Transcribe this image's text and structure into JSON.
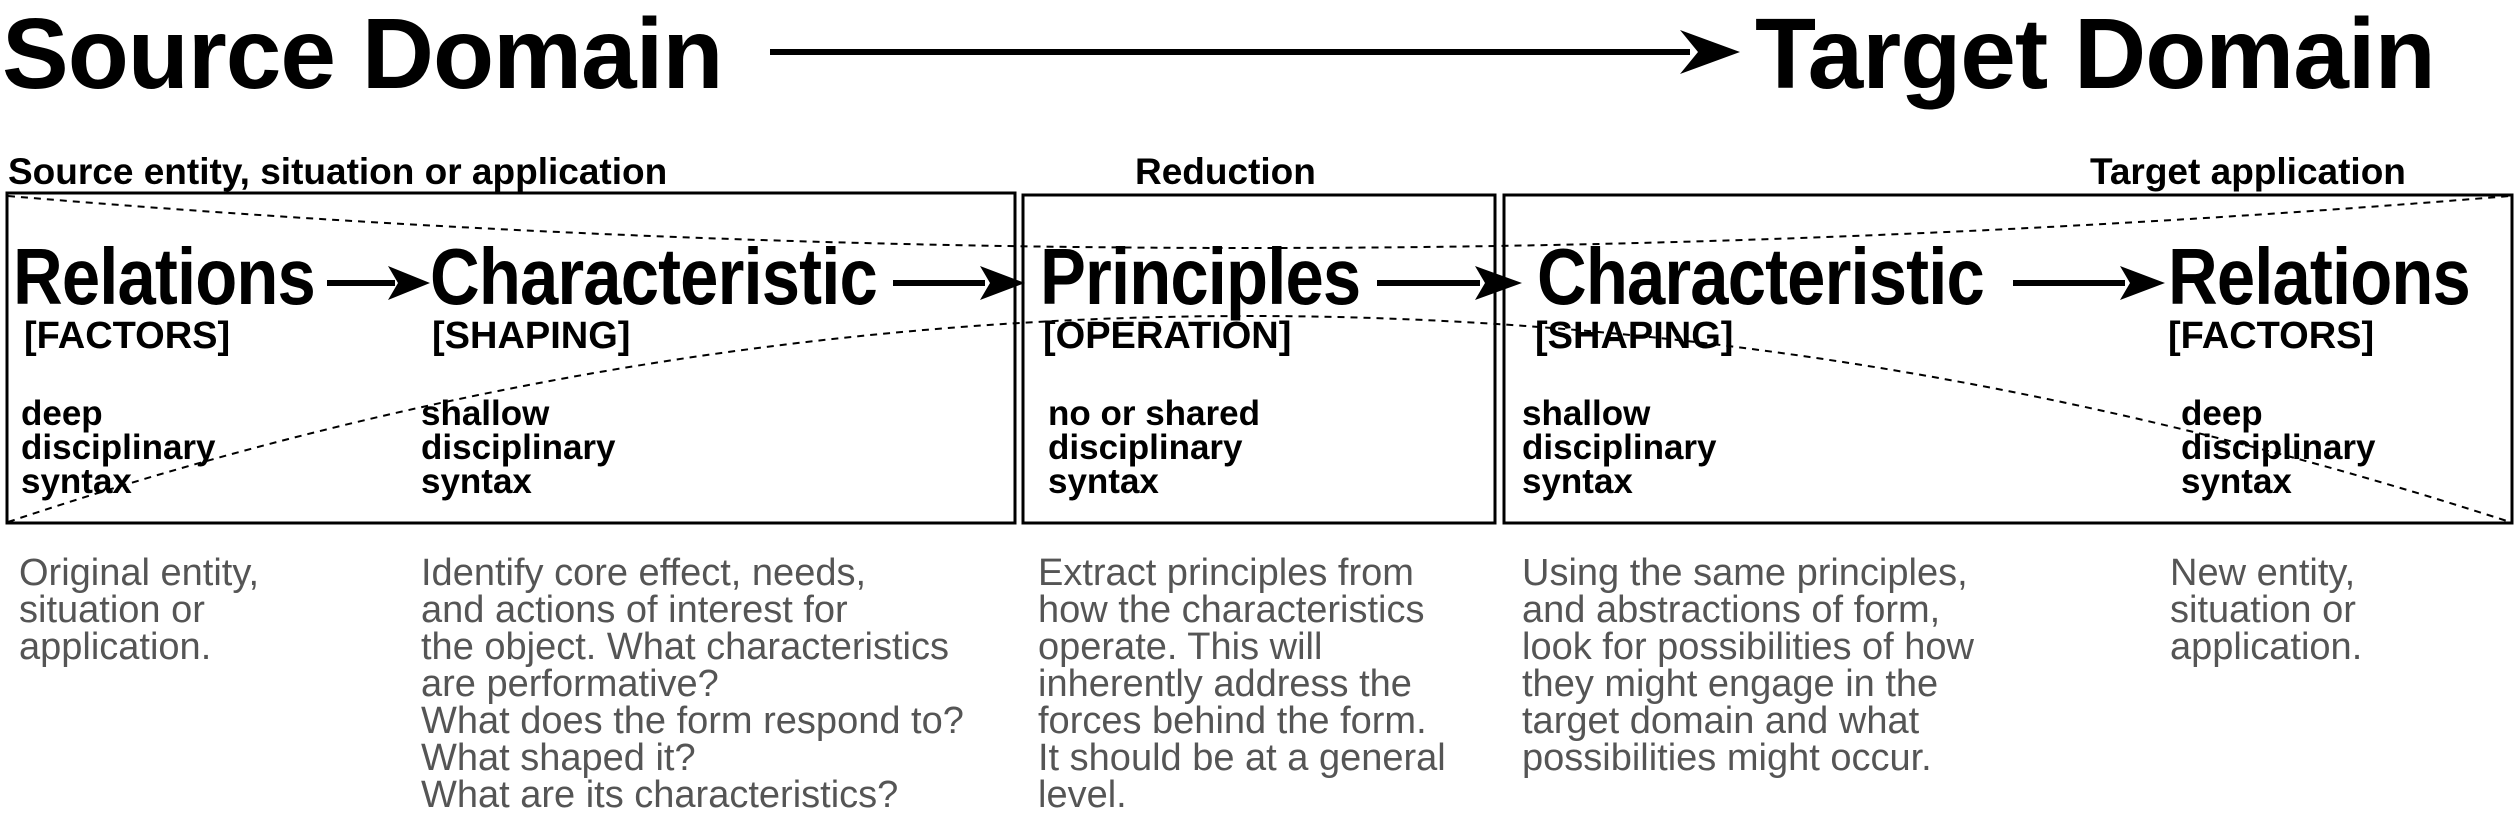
{
  "header": {
    "source_title": "Source Domain",
    "target_title": "Target Domain"
  },
  "sections": {
    "source_label": "Source entity, situation or application",
    "reduction_label": "Reduction",
    "target_label": "Target application"
  },
  "nodes": [
    {
      "title": "Relations",
      "subtitle": "[FACTORS]",
      "syntax": "deep\ndisciplinary\nsyntax",
      "description": "Original entity,\nsituation or\napplication."
    },
    {
      "title": "Characteristic",
      "subtitle": "[SHAPING]",
      "syntax": "shallow\ndisciplinary\nsyntax",
      "description": "Identify core effect, needs,\nand actions of interest for\nthe object. What characteristics\nare performative?\nWhat does the form respond to?\nWhat shaped it?\nWhat are its characteristics?"
    },
    {
      "title": "Principles",
      "subtitle": "[OPERATION]",
      "syntax": "no or shared\ndisciplinary\nsyntax",
      "description": "Extract principles from\nhow the characteristics\noperate. This will\ninherently address the\nforces behind the form.\nIt should be at a general\nlevel."
    },
    {
      "title": "Characteristic",
      "subtitle": "[SHAPING]",
      "syntax": "shallow\ndisciplinary\nsyntax",
      "description": "Using the same principles,\nand abstractions of form,\nlook for possibilities of how\nthey might engage in the\ntarget domain and what\npossibilities might occur."
    },
    {
      "title": "Relations",
      "subtitle": "[FACTORS]",
      "syntax": "deep\ndisciplinary\nsyntax",
      "description": "New entity,\nsituation or\napplication."
    }
  ],
  "colors": {
    "ink": "#000000",
    "description_text": "#555555",
    "background": "#ffffff"
  }
}
